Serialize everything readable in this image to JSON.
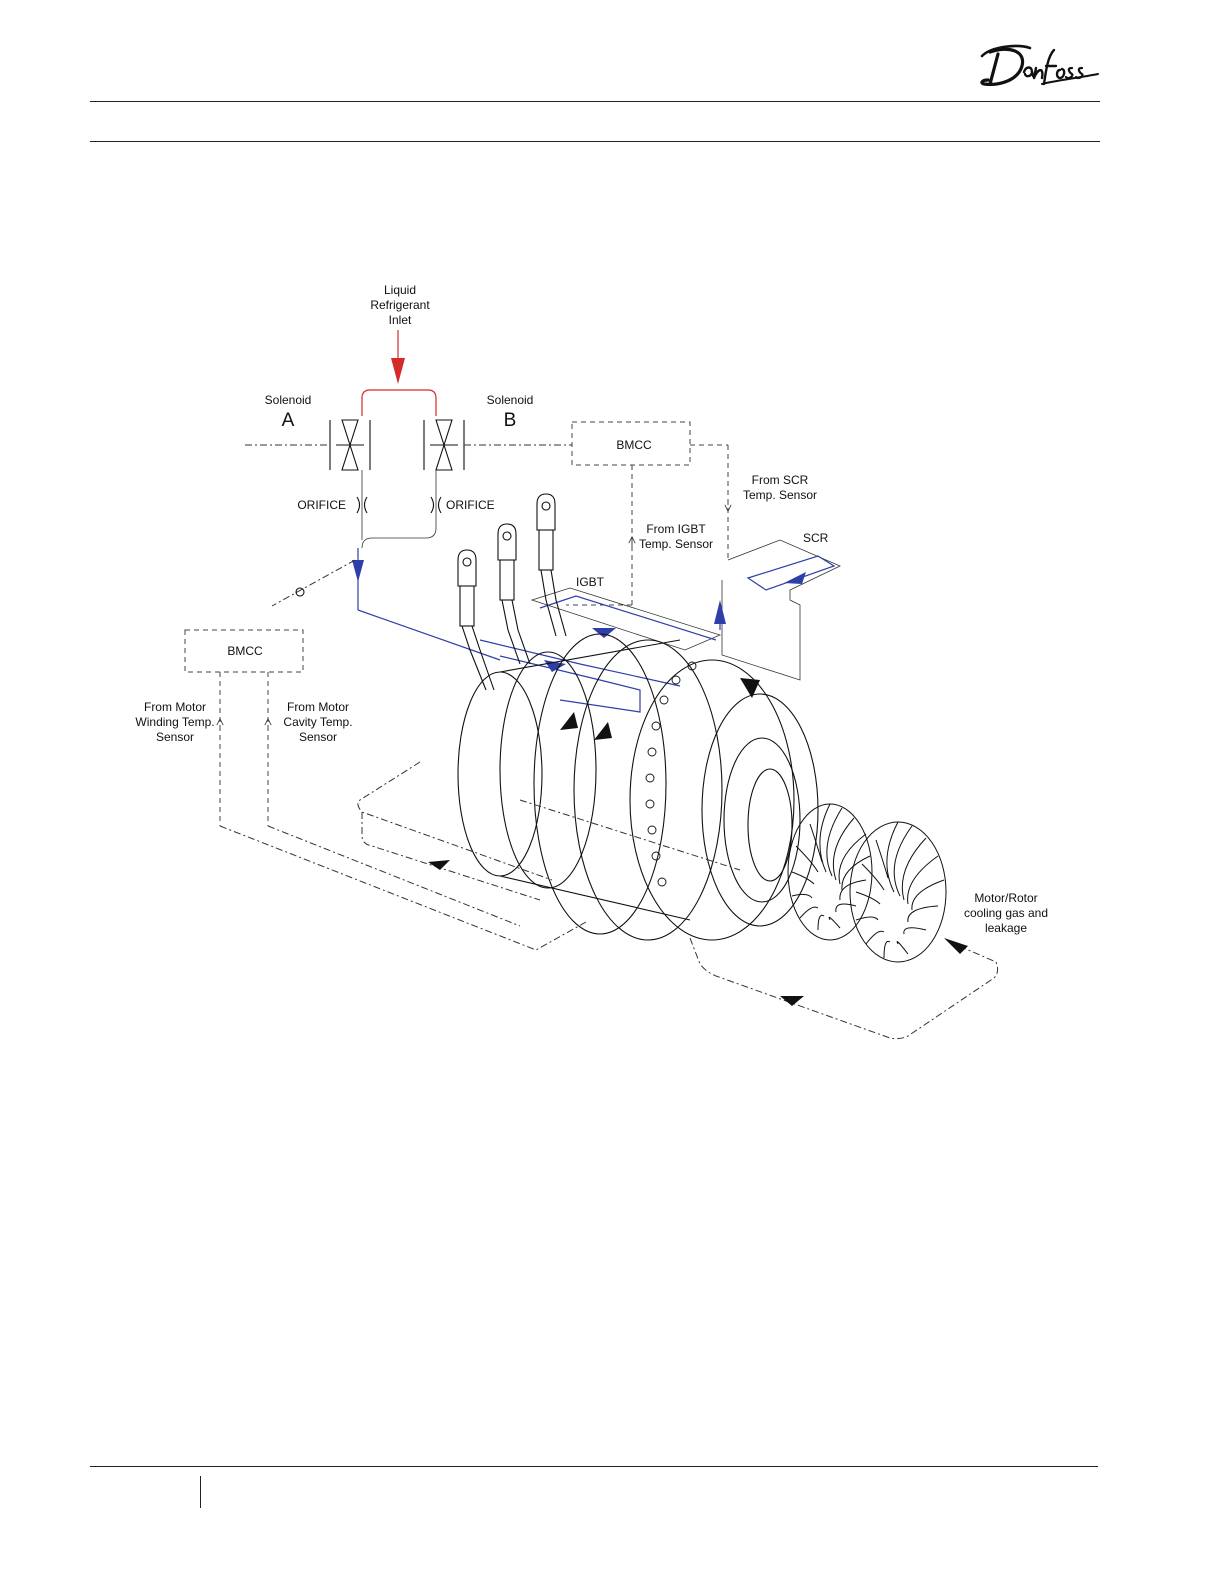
{
  "brand": {
    "name": "Danfoss",
    "color": "#111111"
  },
  "diagram": {
    "labels": {
      "liquid_inlet": [
        "Liquid",
        "Refrigerant",
        "Inlet"
      ],
      "solenoid_a": {
        "word": "Solenoid",
        "letter": "A"
      },
      "solenoid_b": {
        "word": "Solenoid",
        "letter": "B"
      },
      "bmcc_top": "BMCC",
      "bmcc_left": "BMCC",
      "orifice_left": "ORIFICE",
      "orifice_right": "ORIFICE",
      "from_scr": [
        "From SCR",
        "Temp. Sensor"
      ],
      "from_igbt": [
        "From IGBT",
        "Temp. Sensor"
      ],
      "scr": "SCR",
      "igbt": "IGBT",
      "from_motor_winding": [
        "From Motor",
        "Winding Temp.",
        "Sensor"
      ],
      "from_motor_cavity": [
        "From Motor",
        "Cavity Temp.",
        "Sensor"
      ],
      "motor_rotor": [
        "Motor/Rotor",
        "cooling gas and",
        "leakage"
      ]
    },
    "colors": {
      "refrigerant_inlet": "#d52a2a",
      "coolant_flow": "#2f3fa8",
      "gas_flow": "#111111"
    }
  }
}
